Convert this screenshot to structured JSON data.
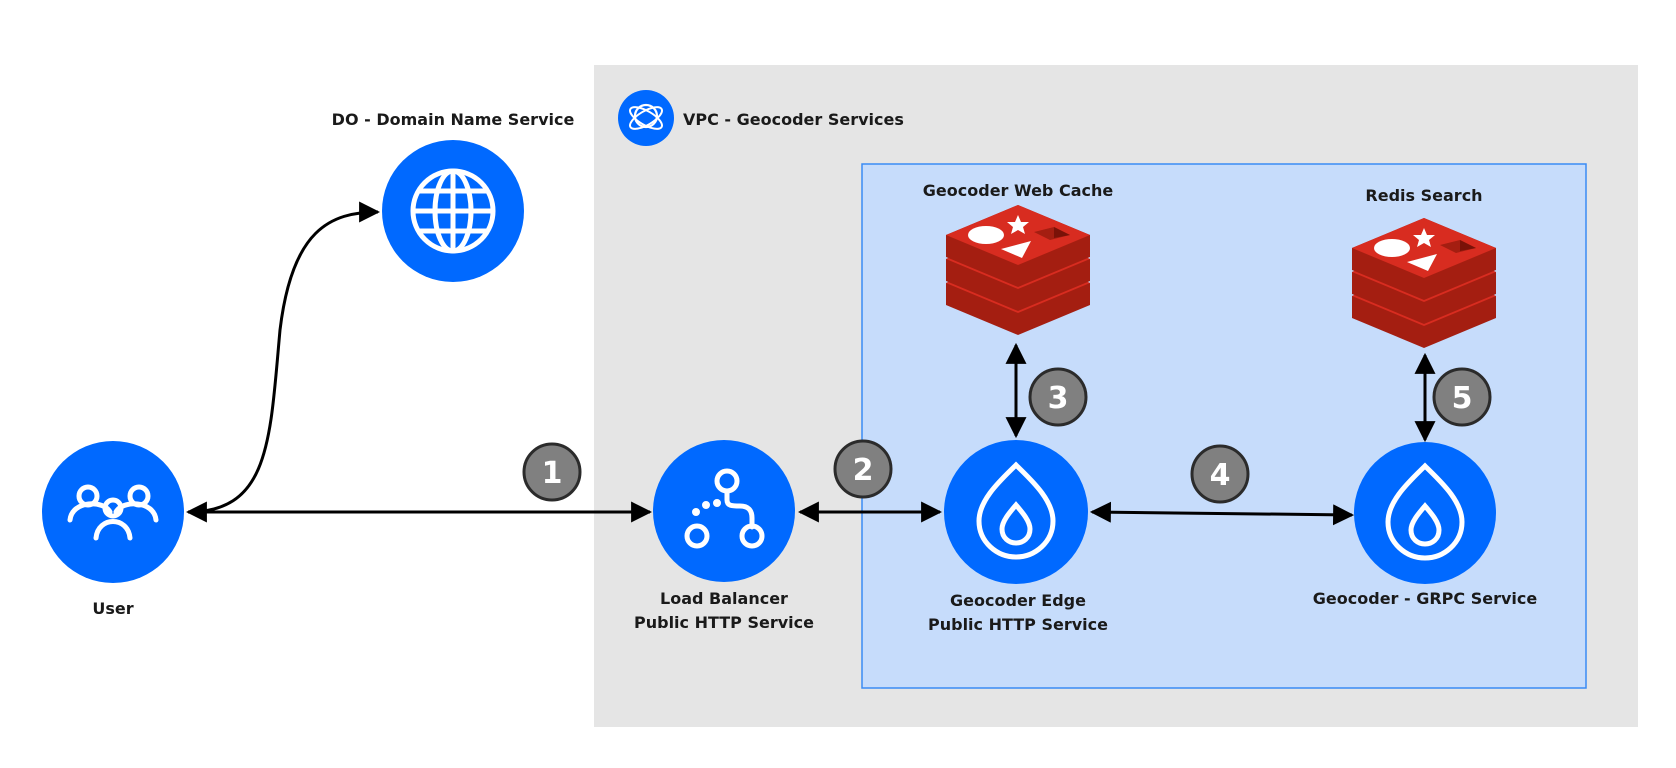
{
  "title": "Geocoder Architecture",
  "colors": {
    "node_blue": "#0069FF",
    "vpc_gray": "#E5E5E5",
    "inner_box": "#C6DCFB",
    "inner_border": "#3A8BF5",
    "badge_fill": "#808080",
    "badge_border": "#2B2B2B",
    "redis_red": "#D82C20",
    "redis_dark": "#A41E11"
  },
  "groups": {
    "vpc": {
      "label": "VPC - Geocoder Services",
      "icon": "vpc-orbit-icon"
    }
  },
  "nodes": {
    "user": {
      "label": "User",
      "icon": "users-icon"
    },
    "dns": {
      "label": "DO - Domain Name Service",
      "icon": "globe-icon"
    },
    "load_balancer": {
      "label_line1": "Load Balancer",
      "label_line2": "Public HTTP Service",
      "icon": "load-balancer-icon"
    },
    "web_cache": {
      "label": "Geocoder Web Cache",
      "icon": "redis-icon"
    },
    "edge": {
      "label_line1": "Geocoder Edge",
      "label_line2": "Public HTTP Service",
      "icon": "droplet-icon"
    },
    "redis_search": {
      "label": "Redis Search",
      "icon": "redis-icon"
    },
    "grpc": {
      "label": "Geocoder - GRPC Service",
      "icon": "droplet-icon"
    }
  },
  "steps": [
    {
      "number": "1",
      "from": "User",
      "to": "Load Balancer"
    },
    {
      "number": "2",
      "from": "Load Balancer",
      "to": "Geocoder Edge"
    },
    {
      "number": "3",
      "from": "Geocoder Edge",
      "to": "Geocoder Web Cache"
    },
    {
      "number": "4",
      "from": "Geocoder Edge",
      "to": "Geocoder - GRPC Service"
    },
    {
      "number": "5",
      "from": "Geocoder - GRPC Service",
      "to": "Redis Search"
    }
  ],
  "connections": [
    {
      "from": "User",
      "to": "DO - Domain Name Service",
      "style": "curved",
      "bidirectional": true
    }
  ]
}
